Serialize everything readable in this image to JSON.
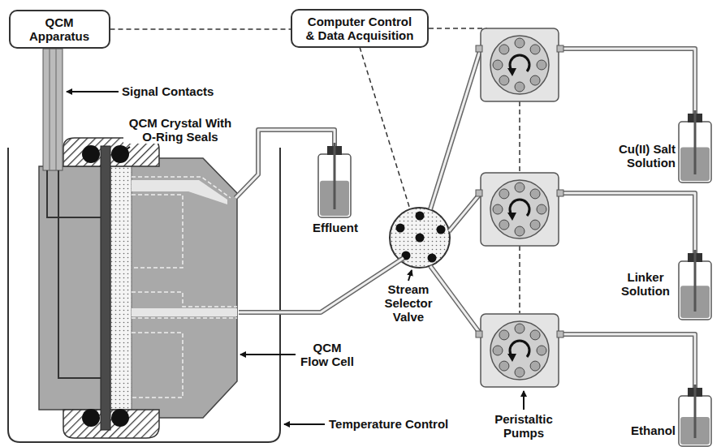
{
  "diagram": {
    "nodes": [
      {
        "text": [
          "QCM Apparatus"
        ]
      },
      {
        "text": [
          "Computer Control & Data Acquisition"
        ]
      }
    ],
    "edges": [
      {
        "from": 0,
        "to": 1,
        "arrow": "none"
      }
    ],
    "labels": [
      "Signal Contacts",
      "QCM Crystal With O-Ring Seals",
      "Effluent",
      "Stream Selector Valve",
      "QCM Flow Cell",
      "Temperature Control",
      "Cu(II) Salt Solution",
      "Linker Solution",
      "Ethanol",
      "Peristaltic Pumps"
    ]
  }
}
